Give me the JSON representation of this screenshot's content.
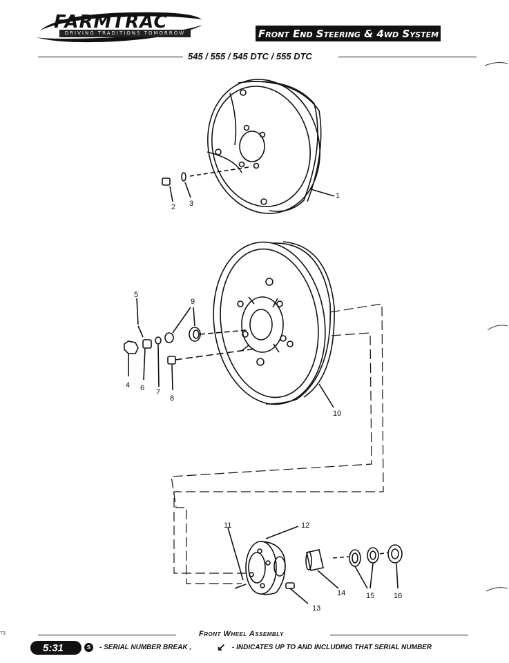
{
  "header": {
    "brand": "FARMTRAC",
    "tagline": "DRIVING TRADITIONS TOMORROW",
    "section_title": "Front End Steering & 4wd System",
    "models": "545 / 555 / 545 DTC / 555 DTC"
  },
  "diagram": {
    "callouts": [
      "1",
      "2",
      "3",
      "4",
      "5",
      "6",
      "7",
      "8",
      "9",
      "10",
      "11",
      "12",
      "13",
      "14",
      "15",
      "16"
    ]
  },
  "footer": {
    "assembly_title": "Front Wheel Assembly",
    "page_number": "5:31",
    "legend_serial": "- SERIAL NUMBER BREAK ,",
    "legend_upto": "- INDICATES UP TO AND INCLUDING THAT SERIAL NUMBER",
    "margin_number": "73"
  }
}
